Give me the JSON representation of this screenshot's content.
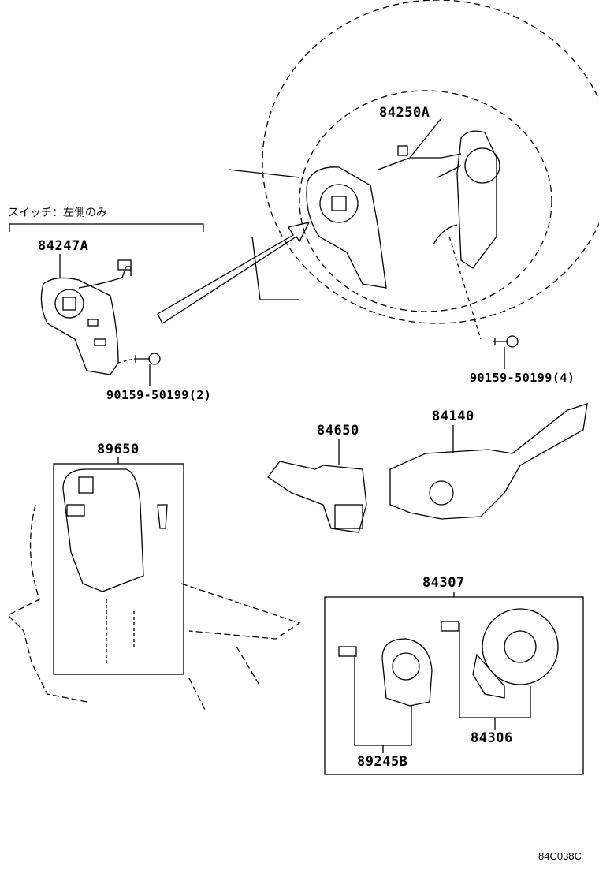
{
  "diagram": {
    "note_left_only": "スイッチ：左側のみ",
    "parts": {
      "p84247A": "84247A",
      "p84250A": "84250A",
      "bolt_left": "90159-50199(2)",
      "bolt_right": "90159-50199(4)",
      "p89650": "89650",
      "p84650": "84650",
      "p84140": "84140",
      "p84307": "84307",
      "p84306": "84306",
      "p89245B": "89245B"
    },
    "figure_code": "84C038C"
  }
}
